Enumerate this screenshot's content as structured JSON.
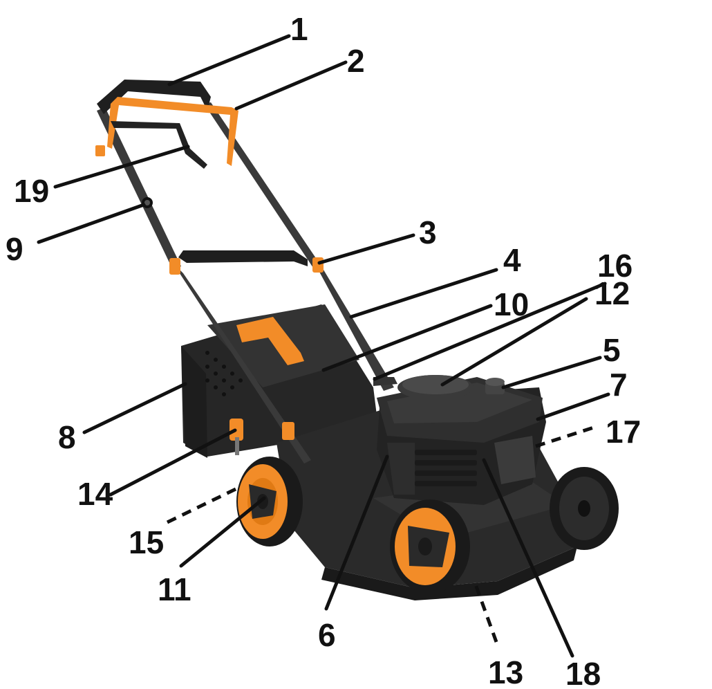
{
  "diagram": {
    "colors": {
      "body": "#2b2b2b",
      "body_dark": "#1c1c1c",
      "body_light": "#3d3d3d",
      "accent": "#f28c28",
      "leader": "#111111",
      "background": "#ffffff"
    },
    "callouts": [
      {
        "id": "c1",
        "label": "1"
      },
      {
        "id": "c2",
        "label": "2"
      },
      {
        "id": "c3",
        "label": "3"
      },
      {
        "id": "c4",
        "label": "4"
      },
      {
        "id": "c5",
        "label": "5"
      },
      {
        "id": "c6",
        "label": "6"
      },
      {
        "id": "c7",
        "label": "7"
      },
      {
        "id": "c8",
        "label": "8"
      },
      {
        "id": "c9",
        "label": "9"
      },
      {
        "id": "c10",
        "label": "10"
      },
      {
        "id": "c11",
        "label": "11"
      },
      {
        "id": "c12",
        "label": "12"
      },
      {
        "id": "c13",
        "label": "13"
      },
      {
        "id": "c14",
        "label": "14"
      },
      {
        "id": "c15",
        "label": "15"
      },
      {
        "id": "c16",
        "label": "16"
      },
      {
        "id": "c17",
        "label": "17"
      },
      {
        "id": "c18",
        "label": "18"
      },
      {
        "id": "c19",
        "label": "19"
      }
    ]
  }
}
